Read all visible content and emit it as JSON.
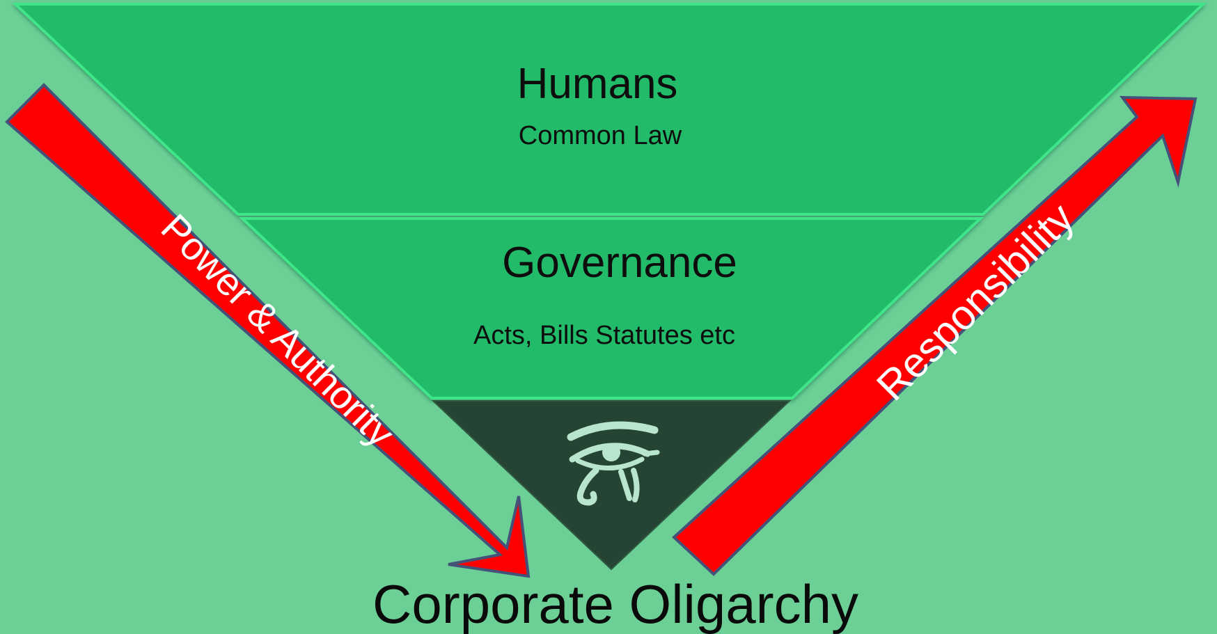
{
  "diagram": {
    "tiers": [
      {
        "title": "Humans",
        "subtitle": "Common Law"
      },
      {
        "title": "Governance",
        "subtitle": "Acts, Bills Statutes etc"
      },
      {
        "icon": "eye-of-horus-icon"
      }
    ],
    "bottom_label": "Corporate Oligarchy",
    "arrows": [
      {
        "label": "Power & Authority",
        "direction": "down-right"
      },
      {
        "label": "Responsibility",
        "direction": "up-right"
      }
    ]
  },
  "colors": {
    "background": "#6ccf96",
    "tier_top": "#24bb6a",
    "tier_middle": "#24bb6a",
    "tier_bottom": "#264433",
    "tier_edge": "#3fe58a",
    "arrow_fill": "#ff0000",
    "arrow_stroke": "#44527a",
    "eye_icon": "#b8e6cc",
    "text_dark": "#0a0a0a",
    "text_light": "#ffffff"
  }
}
